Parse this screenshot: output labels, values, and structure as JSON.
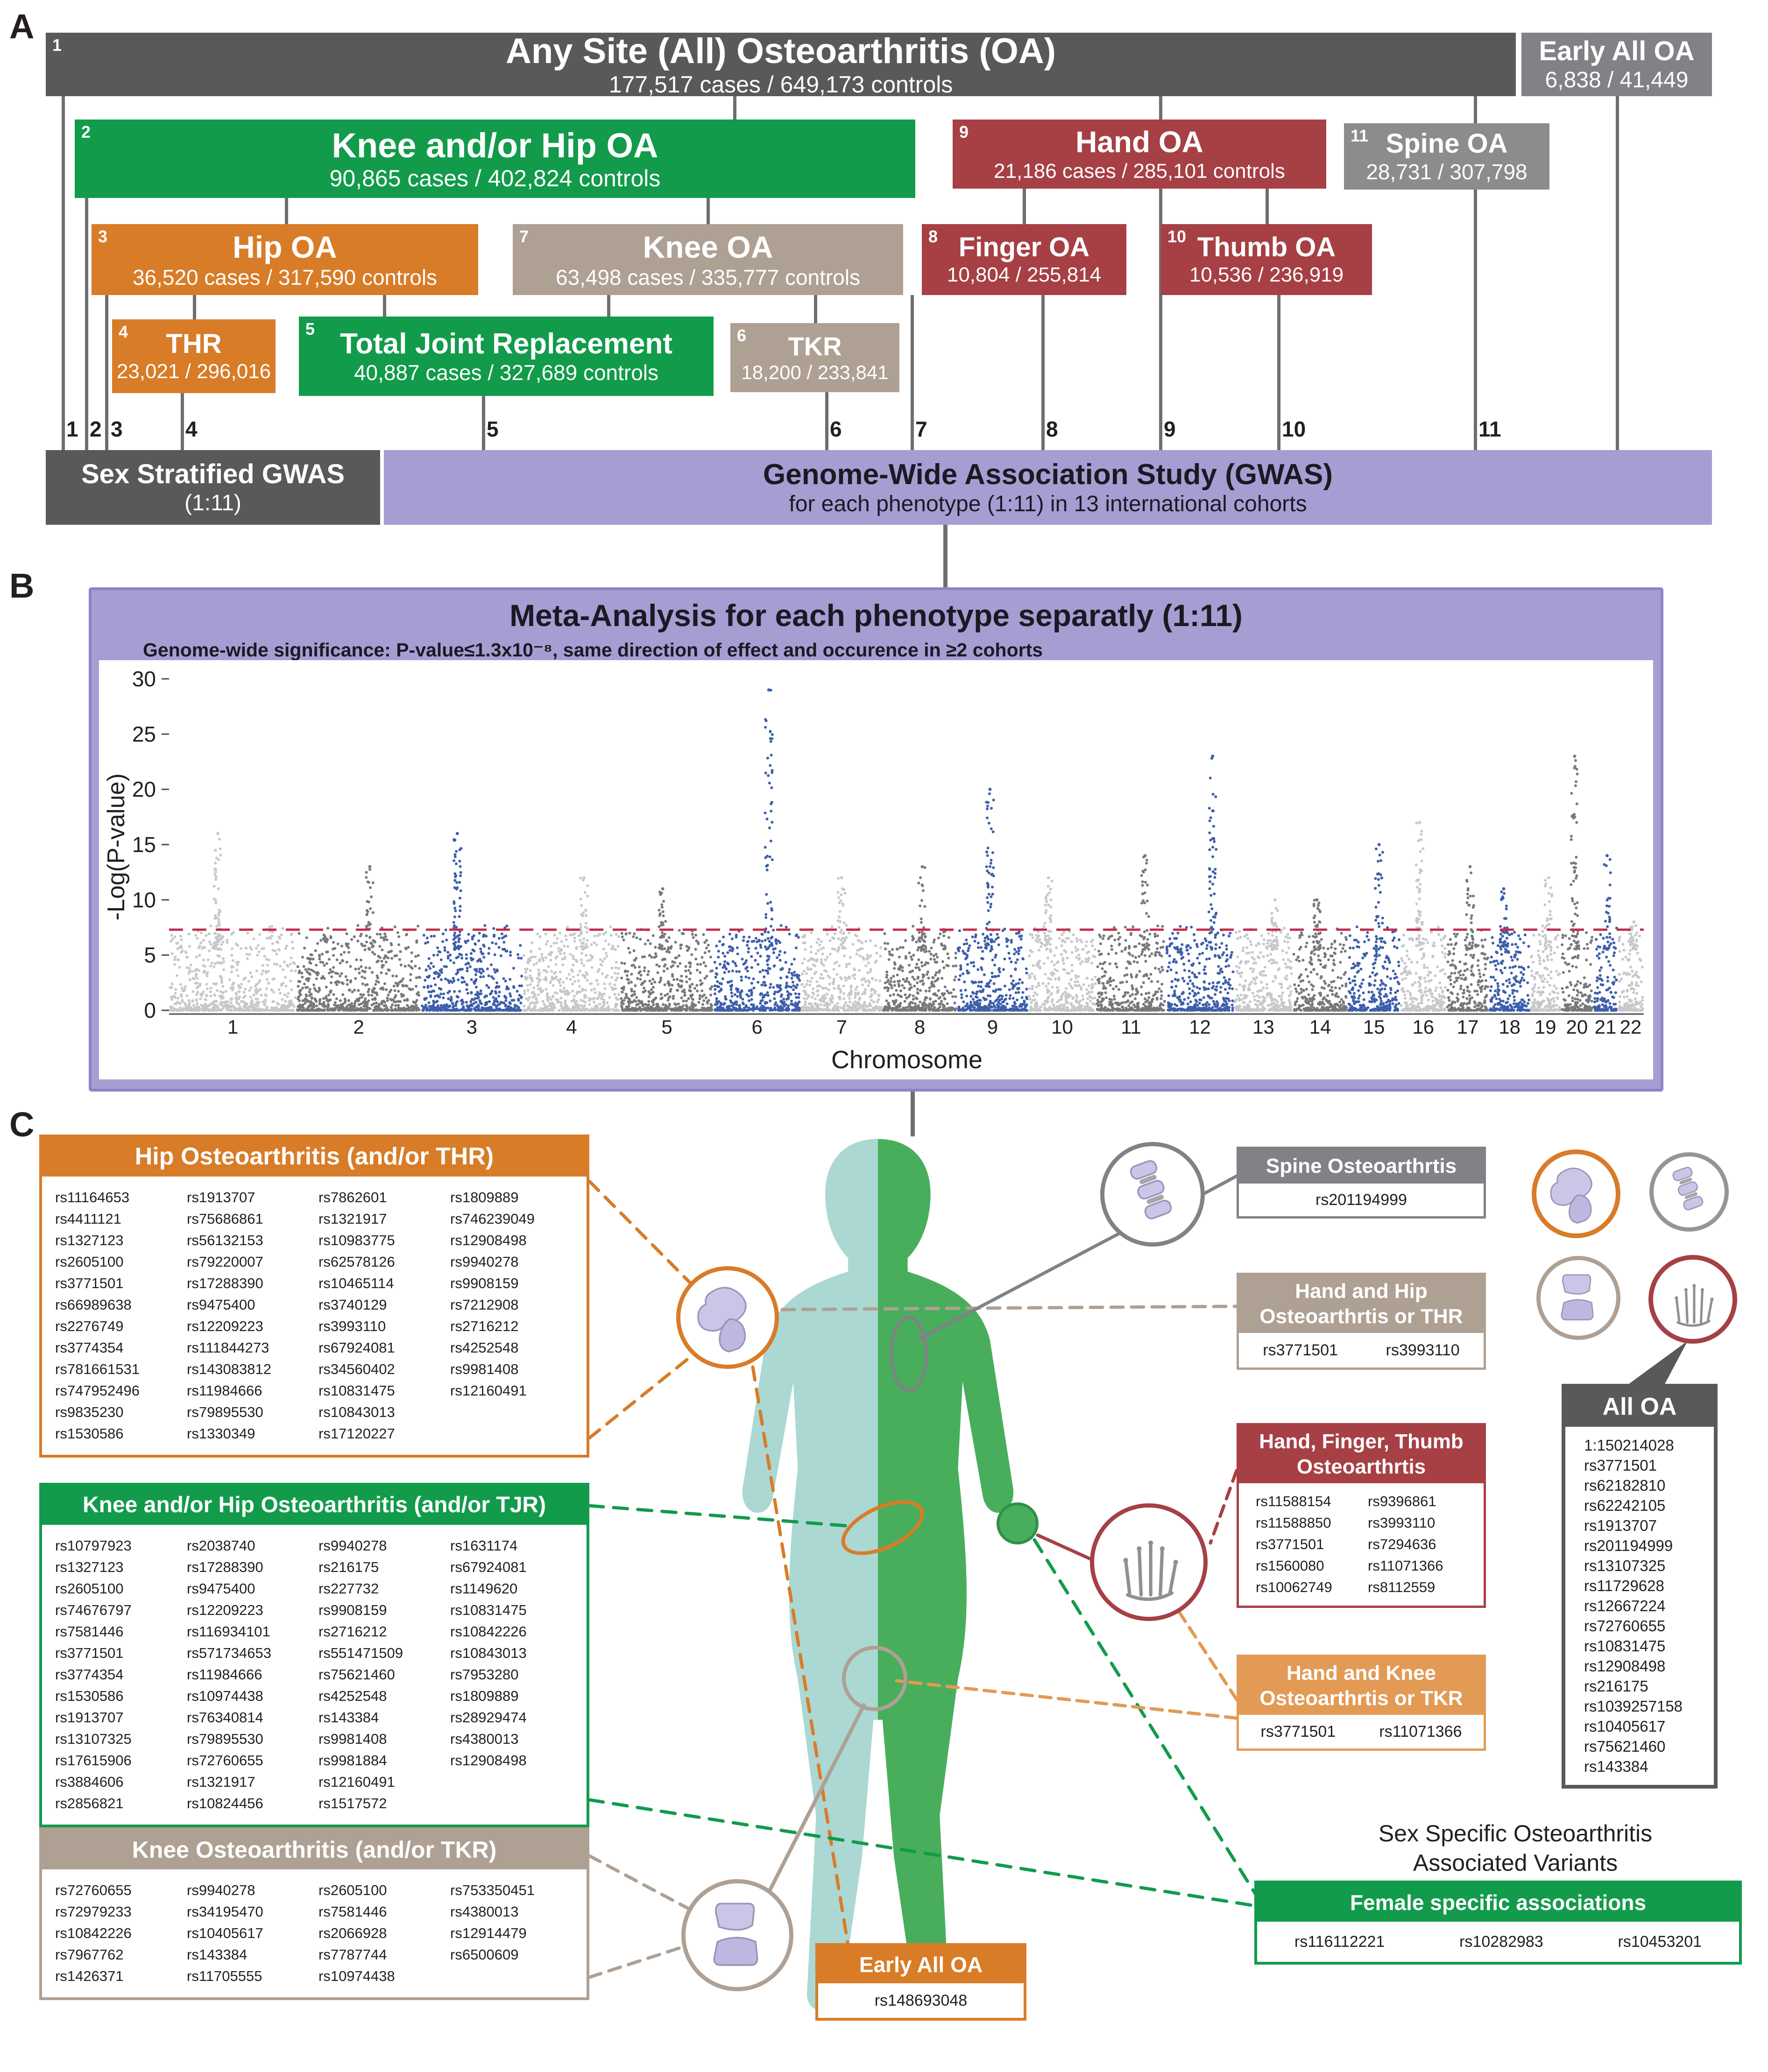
{
  "panel_a": {
    "label": "A",
    "boxes": {
      "all": {
        "num": "1",
        "title": "Any Site (All) Osteoarthritis (OA)",
        "sub": "177,517 cases  / 649,173 controls"
      },
      "early": {
        "title": "Early All OA",
        "sub": "6,838  / 41,449"
      },
      "knee_hip": {
        "num": "2",
        "title": "Knee and/or Hip OA",
        "sub": "90,865 cases / 402,824 controls"
      },
      "hand": {
        "num": "9",
        "title": "Hand OA",
        "sub": "21,186 cases / 285,101 controls"
      },
      "spine": {
        "num": "11",
        "title": "Spine OA",
        "sub": "28,731 / 307,798"
      },
      "hip": {
        "num": "3",
        "title": "Hip OA",
        "sub": "36,520 cases  / 317,590 controls"
      },
      "knee": {
        "num": "7",
        "title": "Knee OA",
        "sub": "63,498 cases  / 335,777 controls"
      },
      "finger": {
        "num": "8",
        "title": "Finger OA",
        "sub": "10,804 / 255,814"
      },
      "thumb": {
        "num": "10",
        "title": "Thumb OA",
        "sub": "10,536 / 236,919"
      },
      "thr": {
        "num": "4",
        "title": "THR",
        "sub": "23,021 / 296,016"
      },
      "tjr": {
        "num": "5",
        "title": "Total Joint Replacement",
        "sub": "40,887 cases  / 327,689 controls"
      },
      "tkr": {
        "num": "6",
        "title": "TKR",
        "sub": "18,200 / 233,841"
      }
    },
    "tick_numbers": [
      "1",
      "2",
      "3",
      "4",
      "5",
      "6",
      "7",
      "8",
      "9",
      "10",
      "11"
    ],
    "sex_stratified": {
      "line1": "Sex Stratified GWAS",
      "line2": "(1:11)"
    },
    "gwas_bar": {
      "line1": "Genome-Wide Association Study (GWAS)",
      "line2": "for each phenotype (1:11) in 13 international cohorts"
    }
  },
  "panel_b": {
    "label": "B",
    "title": "Meta-Analysis for each phenotype separatly (1:11)",
    "subtitle": "Genome-wide significance: P-value≤1.3x10⁻⁸, same direction of effect and occurence in ≥2 cohorts"
  },
  "chart_data": {
    "type": "scatter",
    "variant": "manhattan",
    "title": "Meta-analysis Manhattan plot",
    "xlabel": "Chromosome",
    "ylabel": "-Log(P-value)",
    "ylim": [
      0,
      30
    ],
    "yticks": [
      0,
      5,
      10,
      15,
      20,
      25,
      30
    ],
    "categories": [
      "1",
      "2",
      "3",
      "4",
      "5",
      "6",
      "7",
      "8",
      "9",
      "10",
      "11",
      "12",
      "13",
      "14",
      "15",
      "16",
      "17",
      "18",
      "19",
      "20",
      "21",
      "22"
    ],
    "chrom_rel_widths": [
      248,
      242,
      198,
      190,
      181,
      170,
      159,
      145,
      138,
      133,
      135,
      133,
      114,
      107,
      102,
      90,
      83,
      80,
      59,
      64,
      47,
      51
    ],
    "peak_values": [
      16,
      13,
      16,
      12,
      11,
      29,
      12,
      13,
      20,
      12,
      14,
      23,
      10,
      10,
      15,
      17,
      13,
      11,
      12,
      23,
      14,
      8
    ],
    "significance_line": 7.3,
    "grid": false,
    "legend": false,
    "colors": {
      "light": "#C7C8CA",
      "dark": "#77787B",
      "blue": "#3D5EAB",
      "threshold": "#C22F4B"
    },
    "color_cycle": [
      "light",
      "dark",
      "blue"
    ]
  },
  "panel_c": {
    "label": "C",
    "hip_box": {
      "title": "Hip Osteoarthritis (and/or THR)",
      "columns": [
        [
          "rs11164653",
          "rs4411121",
          "rs1327123",
          "rs2605100",
          "rs3771501",
          "rs66989638",
          "rs2276749",
          "rs3774354",
          "rs781661531",
          "rs747952496",
          "rs9835230",
          "rs1530586"
        ],
        [
          "rs1913707",
          "rs75686861",
          "rs56132153",
          "rs79220007",
          "rs17288390",
          "rs9475400",
          "rs12209223",
          "rs111844273",
          "rs143083812",
          "rs11984666",
          "rs79895530",
          "rs1330349"
        ],
        [
          "rs7862601",
          "rs1321917",
          "rs10983775",
          "rs62578126",
          "rs10465114",
          "rs3740129",
          "rs3993110",
          "rs67924081",
          "rs34560402",
          "rs10831475",
          "rs10843013",
          "rs17120227"
        ],
        [
          "rs1809889",
          "rs746239049",
          "rs12908498",
          "rs9940278",
          "rs9908159",
          "rs7212908",
          "rs2716212",
          "rs4252548",
          "rs9981408",
          "rs12160491"
        ]
      ]
    },
    "knee_hip_box": {
      "title": "Knee and/or Hip Osteoarthritis (and/or TJR)",
      "columns": [
        [
          "rs10797923",
          "rs1327123",
          "rs2605100",
          "rs74676797",
          "rs7581446",
          "rs3771501",
          "rs3774354",
          "rs1530586",
          "rs1913707",
          "rs13107325",
          "rs17615906",
          "rs3884606",
          "rs2856821"
        ],
        [
          "rs2038740",
          "rs17288390",
          "rs9475400",
          "rs12209223",
          "rs116934101",
          "rs571734653",
          "rs11984666",
          "rs10974438",
          "rs76340814",
          "rs79895530",
          "rs72760655",
          "rs1321917",
          "rs10824456"
        ],
        [
          "rs9940278",
          "rs216175",
          "rs227732",
          "rs9908159",
          "rs2716212",
          "rs551471509",
          "rs75621460",
          "rs4252548",
          "rs143384",
          "rs9981408",
          "rs9981884",
          "rs12160491",
          "rs1517572"
        ],
        [
          "rs1631174",
          "rs67924081",
          "rs1149620",
          "rs10831475",
          "rs10842226",
          "rs10843013",
          "rs7953280",
          "rs1809889",
          "rs28929474",
          "rs4380013",
          "rs12908498"
        ]
      ]
    },
    "knee_box": {
      "title": "Knee Osteoarthritis (and/or TKR)",
      "columns": [
        [
          "rs72760655",
          "rs72979233",
          "rs10842226",
          "rs7967762",
          "rs1426371"
        ],
        [
          "rs9940278",
          "rs34195470",
          "rs10405617",
          "rs143384",
          "rs11705555"
        ],
        [
          "rs2605100",
          "rs7581446",
          "rs2066928",
          "rs7787744",
          "rs10974438"
        ],
        [
          "rs753350451",
          "rs4380013",
          "rs12914479",
          "rs6500609"
        ]
      ]
    },
    "spine_box": {
      "title": "Spine Osteoarthrtis",
      "snps": [
        "rs201194999"
      ]
    },
    "hand_hip_box": {
      "title_line1": "Hand and Hip",
      "title_line2": "Osteoarthrtis or THR",
      "snps": [
        "rs3771501",
        "rs3993110"
      ]
    },
    "hand_finger_thumb_box": {
      "title_line1": "Hand, Finger, Thumb",
      "title_line2": "Osteoarthrtis",
      "columns": [
        [
          "rs11588154",
          "rs11588850",
          "rs3771501",
          "rs1560080",
          "rs10062749"
        ],
        [
          "rs9396861",
          "rs3993110",
          "rs7294636",
          "rs11071366",
          "rs8112559"
        ]
      ]
    },
    "hand_knee_box": {
      "title_line1": "Hand and Knee",
      "title_line2": "Osteoarthrtis or TKR",
      "snps": [
        "rs3771501",
        "rs11071366"
      ]
    },
    "all_oa_box": {
      "title": "All OA",
      "snps": [
        "1:150214028",
        "rs3771501",
        "rs62182810",
        "rs62242105",
        "rs1913707",
        "rs201194999",
        "rs13107325",
        "rs11729628",
        "rs12667224",
        "rs72760655",
        "rs10831475",
        "rs12908498",
        "rs216175",
        "rs1039257158",
        "rs10405617",
        "rs75621460",
        "rs143384"
      ]
    },
    "sex_specific_text": {
      "line1": "Sex Specific Osteoarthritis",
      "line2": "Associated Variants"
    },
    "female_box": {
      "title": "Female specific associations",
      "snps": [
        "rs116112221",
        "rs10282983",
        "rs10453201"
      ]
    },
    "early_box": {
      "title": "Early All OA",
      "snps": [
        "rs148693048"
      ]
    }
  }
}
